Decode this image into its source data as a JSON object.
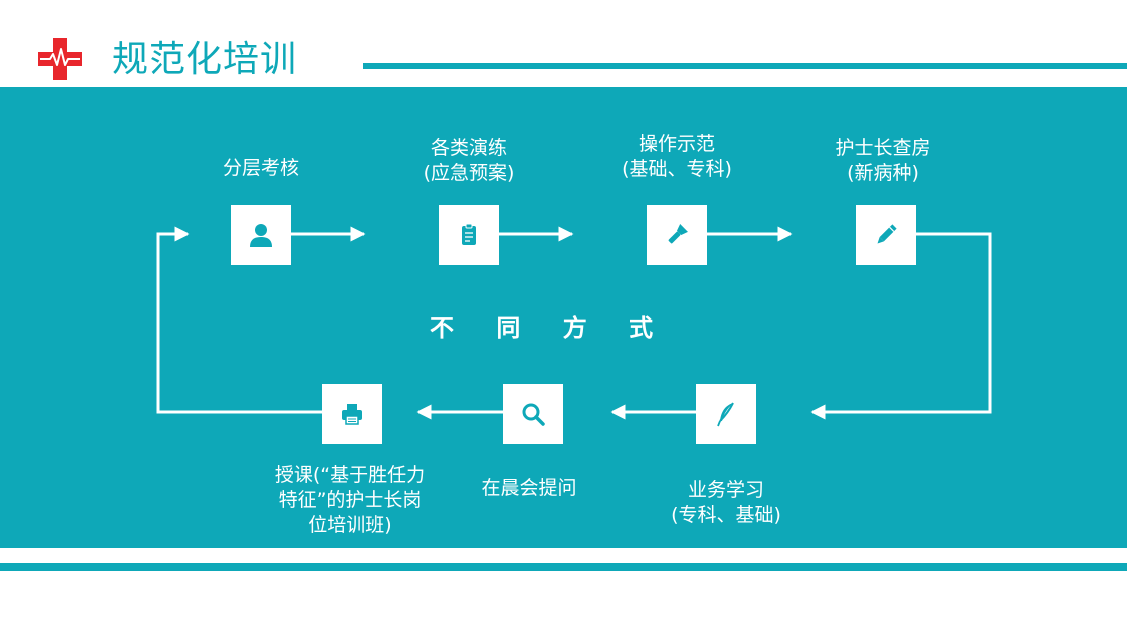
{
  "header": {
    "title": "规范化培训",
    "logo_icon": "red-cross-heartbeat-icon"
  },
  "center_label": "不 同 方 式",
  "steps_top": [
    {
      "label_lines": [
        "分层考核"
      ],
      "icon": "user-icon"
    },
    {
      "label_lines": [
        "各类演练",
        "(应急预案)"
      ],
      "icon": "clipboard-icon"
    },
    {
      "label_lines": [
        "操作示范",
        "(基础、专科)"
      ],
      "icon": "flashlight-icon"
    },
    {
      "label_lines": [
        "护士长查房",
        "(新病种)"
      ],
      "icon": "pencil-icon"
    }
  ],
  "steps_bottom": [
    {
      "label_lines": [
        "业务学习",
        "(专科、基础)"
      ],
      "icon": "feather-icon"
    },
    {
      "label_lines": [
        "在晨会提问"
      ],
      "icon": "search-icon"
    },
    {
      "label_lines": [
        "授课(“基于胜任力",
        "特征”的护士长岗",
        "位培训班)"
      ],
      "icon": "printer-icon"
    }
  ],
  "colors": {
    "accent": "#0ea8b8",
    "logo_red": "#e8262c",
    "text_on_accent": "#ffffff"
  }
}
